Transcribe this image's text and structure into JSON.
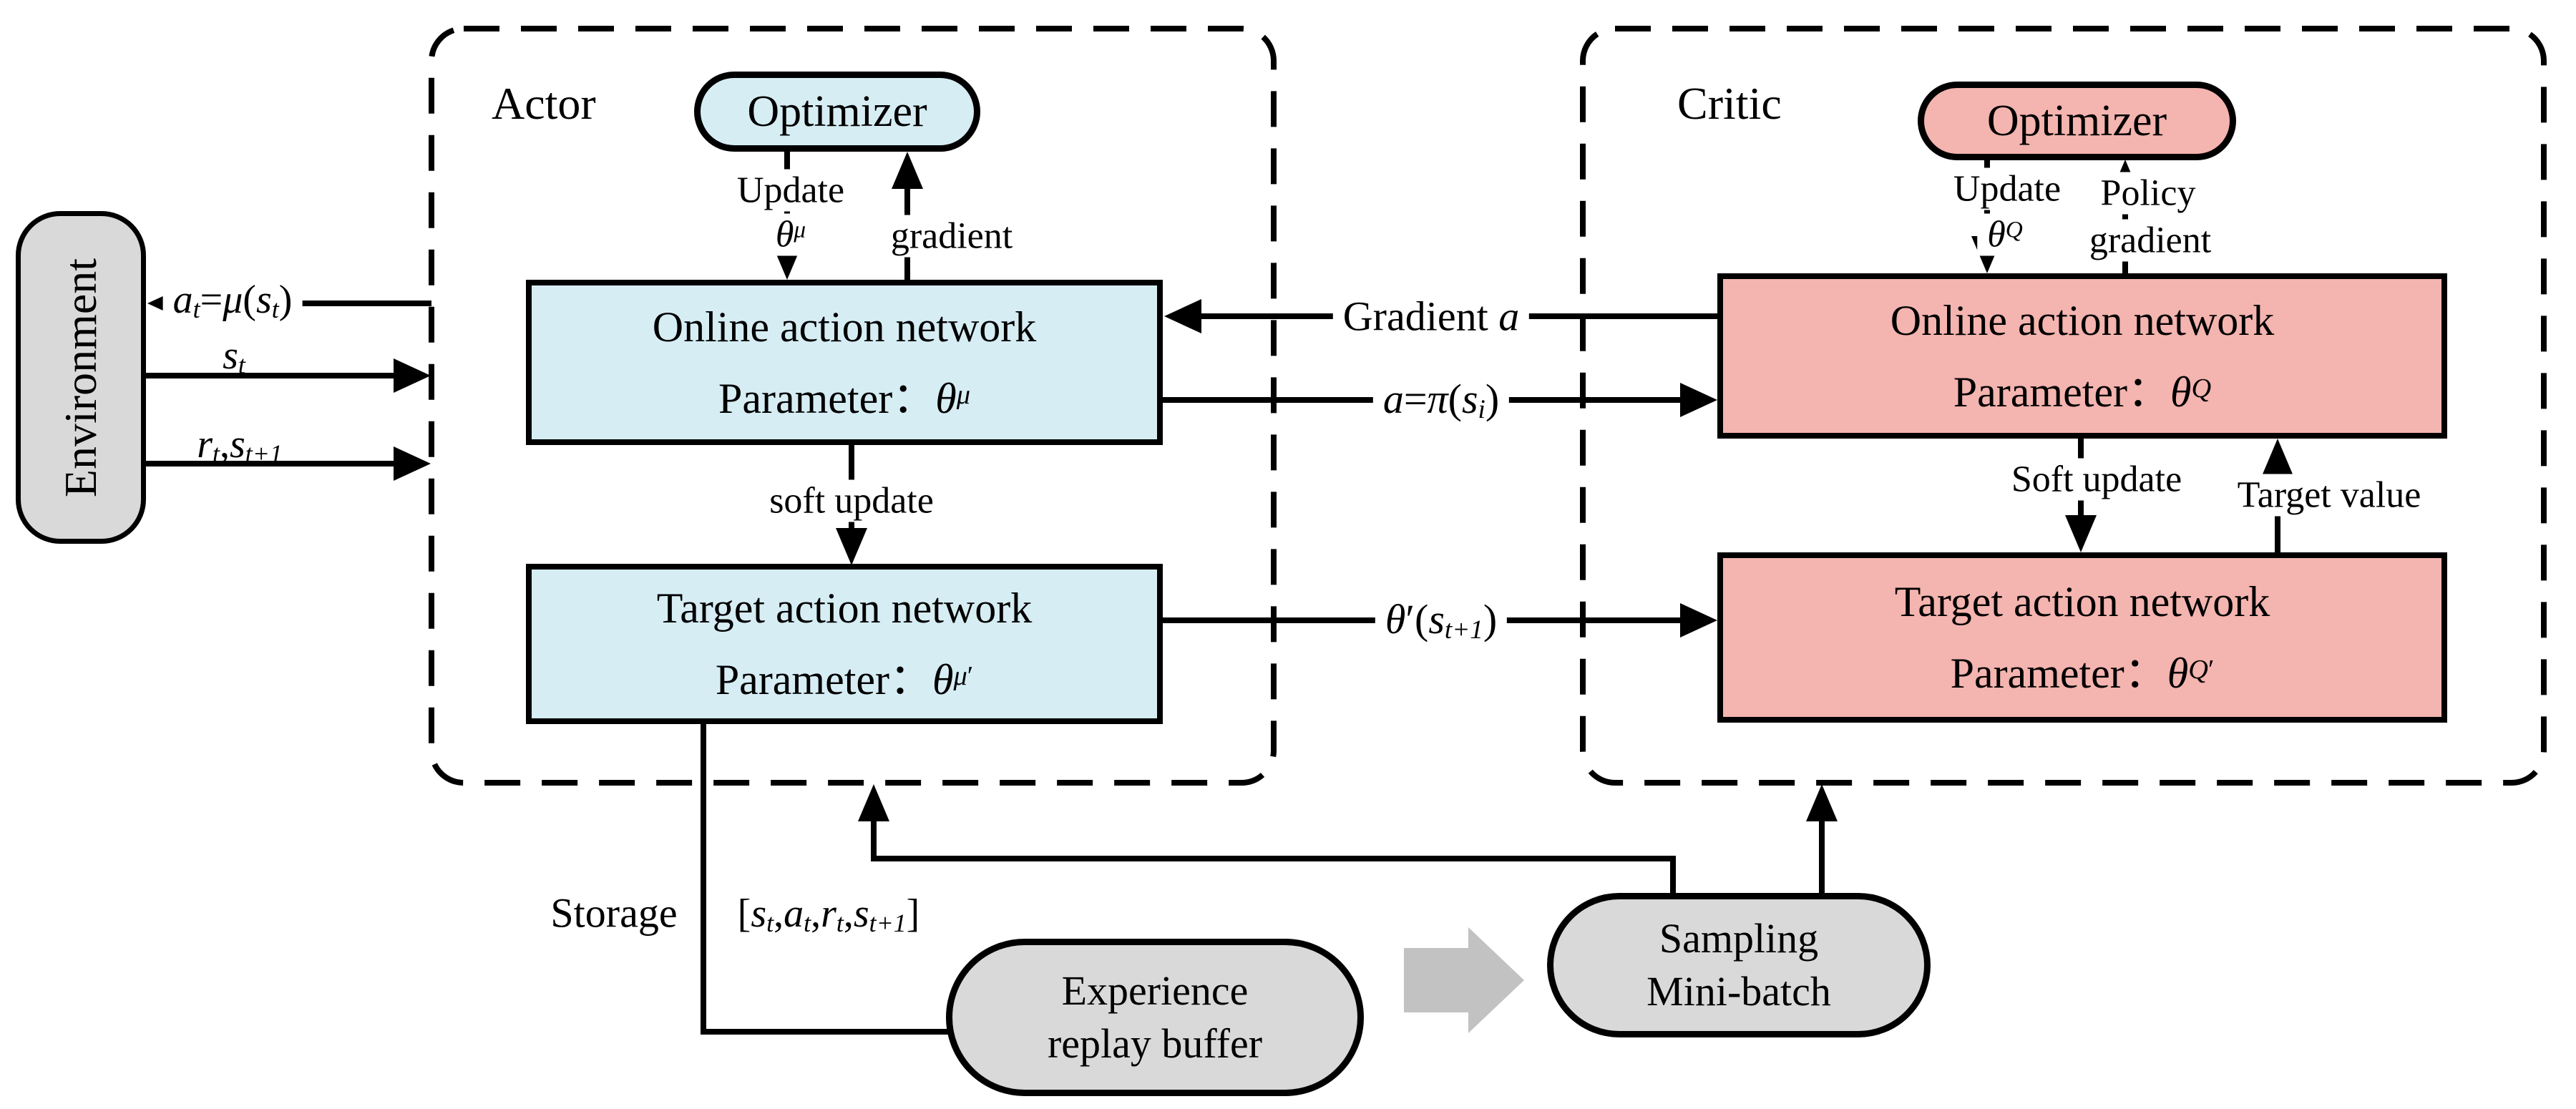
{
  "colors": {
    "actor_fill": "#d6edf4",
    "critic_fill": "#f4b4af",
    "neutral_fill": "#d9d9d9",
    "block_arrow": "#c2c2c2",
    "line": "#000000",
    "background": "#ffffff"
  },
  "environment": {
    "label": "Environment"
  },
  "env_edges": {
    "action": "<i>a<sub>t</sub></i>=<i>μ</i>(<i>s<sub>t</sub></i>)",
    "state": "<i>s<sub>t</sub></i>",
    "reward": "<i>r<sub>t</sub></i>,<i>s<sub>t+1</sub></i>"
  },
  "actor": {
    "title": "Actor",
    "optimizer": "Optimizer",
    "update": "Update",
    "update_param": "<i>θ</i><sup><i>μ</i></sup>",
    "gradient": "gradient",
    "online": {
      "line1": "Online action network",
      "line2": "Parameter：<i>θ</i><sup><i>μ</i></sup>"
    },
    "soft_update": "soft update",
    "target": {
      "line1": "Target action network",
      "line2": "Parameter：<i>θ</i><sup><i>μ</i>′</sup>"
    }
  },
  "critic": {
    "title": "Critic",
    "optimizer": "Optimizer",
    "update": "Update",
    "update_param": "<i>θ</i><sup><i>Q</i></sup>",
    "policy_gradient_line1": "Policy",
    "policy_gradient_line2": "gradient",
    "online": {
      "line1": "Online action network",
      "line2": "Parameter：<i>θ</i><sup><i>Q</i></sup>"
    },
    "soft_update": "Soft update",
    "target_value": "Target value",
    "target": {
      "line1": "Target action network",
      "line2": "Parameter：<i>θ</i><sup><i>Q</i>′</sup>"
    }
  },
  "cross_edges": {
    "gradient_a": "Gradient <i>a</i>",
    "action_pi": "<i>a</i>=<i>π</i>(<i>s<sub>i</sub></i>)",
    "theta_next": "<i>θ</i>′(<i>s<sub>t+1</sub></i>)"
  },
  "storage": {
    "label": "Storage",
    "tuple": "[<i>s<sub>t</sub></i>,<i>a<sub>t</sub></i>,<i>r<sub>t</sub></i>,<i>s<sub>t+1</sub></i>]"
  },
  "replay_buffer": {
    "line1": "Experience",
    "line2": "replay buffer"
  },
  "sampling": {
    "line1": "Sampling",
    "line2": "Mini-batch"
  }
}
